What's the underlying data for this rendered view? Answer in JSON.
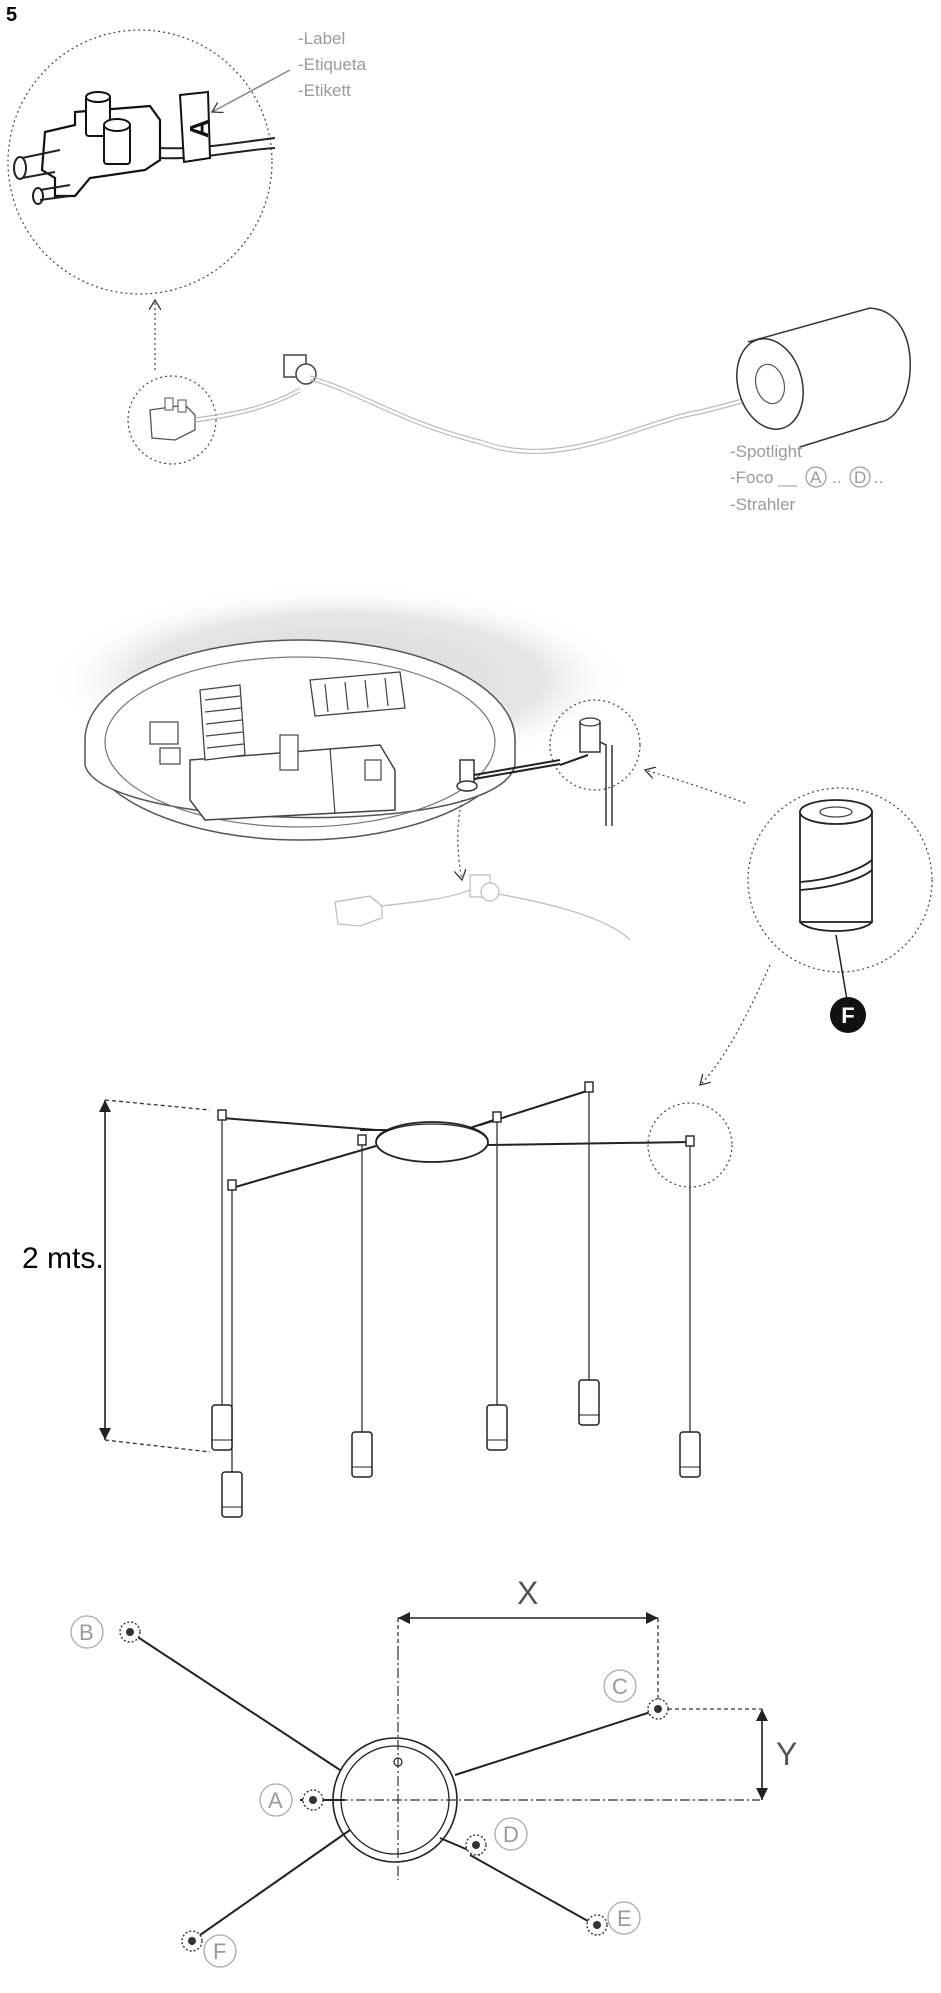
{
  "step_number": "5",
  "label_callout": {
    "lines": [
      "-Label",
      "-Etiqueta",
      "-Etikett"
    ],
    "tag_letter": "A"
  },
  "spotlight_callout": {
    "line1": "-Spotlight",
    "line2_prefix": "-Foco __",
    "line2_from": "A",
    "line2_sep": "..",
    "line2_to": "D",
    "line2_suffix": "..",
    "line3": "-Strahler"
  },
  "part_f_label": "F",
  "height_dimension": "2 mts.",
  "dimension_x": "X",
  "dimension_y": "Y",
  "spot_letters": {
    "a": "A",
    "b": "B",
    "c": "C",
    "d": "D",
    "e": "E",
    "f": "F"
  }
}
